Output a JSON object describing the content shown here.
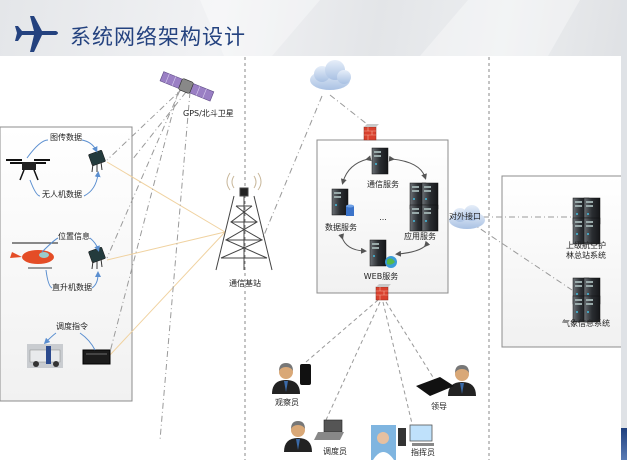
{
  "header": {
    "title": "系统网络架构设计",
    "icon": "airplane-icon",
    "accent_color": "#24427f"
  },
  "left_panel": {
    "uav_group": {
      "top_label": "图传数据",
      "bottom_label": "无人机数据",
      "device": "drone-icon",
      "terminal": "radio-terminal-icon"
    },
    "helicopter_group": {
      "top_label": "位置信息",
      "bottom_label": "直升机数据",
      "device": "helicopter-icon",
      "terminal": "radio-terminal-icon"
    },
    "vehicle_group": {
      "top_label": "调度指令",
      "device": "vehicle-icon",
      "terminal": "radio-box-icon"
    }
  },
  "satellite": {
    "label": "GPS/北斗卫星"
  },
  "base_station": {
    "label": "通信基站"
  },
  "center_panel": {
    "services": {
      "comm": "通信服务",
      "data": "数据服务",
      "app": "应用服务",
      "web": "WEB服务",
      "ellipsis": "..."
    }
  },
  "external_interface": {
    "label": "对外接口"
  },
  "right_panel": {
    "superior_system": {
      "line1": "上级航空护",
      "line2": "林总站系统"
    },
    "weather_system": {
      "label": "气象信息系统"
    }
  },
  "users": {
    "observer": "观察员",
    "dispatcher": "调度员",
    "commander": "指挥员",
    "leader": "领导"
  },
  "colors": {
    "wireless_link": "#f0d2a0",
    "network_link": "#9a9a9a",
    "flow_arrow": "#5b8fd0",
    "firewall": "#d9412e",
    "panel_border": "#8c8c8c"
  }
}
